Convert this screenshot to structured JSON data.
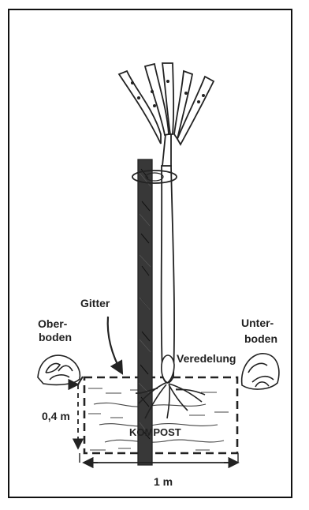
{
  "labels": {
    "gitter": "Gitter",
    "oberboden_line1": "Ober-",
    "oberboden_line2": "boden",
    "unterboden_line1": "Unter-",
    "unterboden_line2": "boden",
    "veredelung": "Veredelung",
    "kompost": "KOMPOST",
    "depth": "0,4 m",
    "width": "1 m"
  },
  "icons": {
    "tree": "young-tree-sketch",
    "stake": "support-stake",
    "soil_left": "topsoil-heap",
    "soil_right": "subsoil-heap",
    "roots": "root-ball",
    "pit": "planting-pit"
  },
  "colors": {
    "ink": "#222222",
    "paper": "#ffffff"
  }
}
